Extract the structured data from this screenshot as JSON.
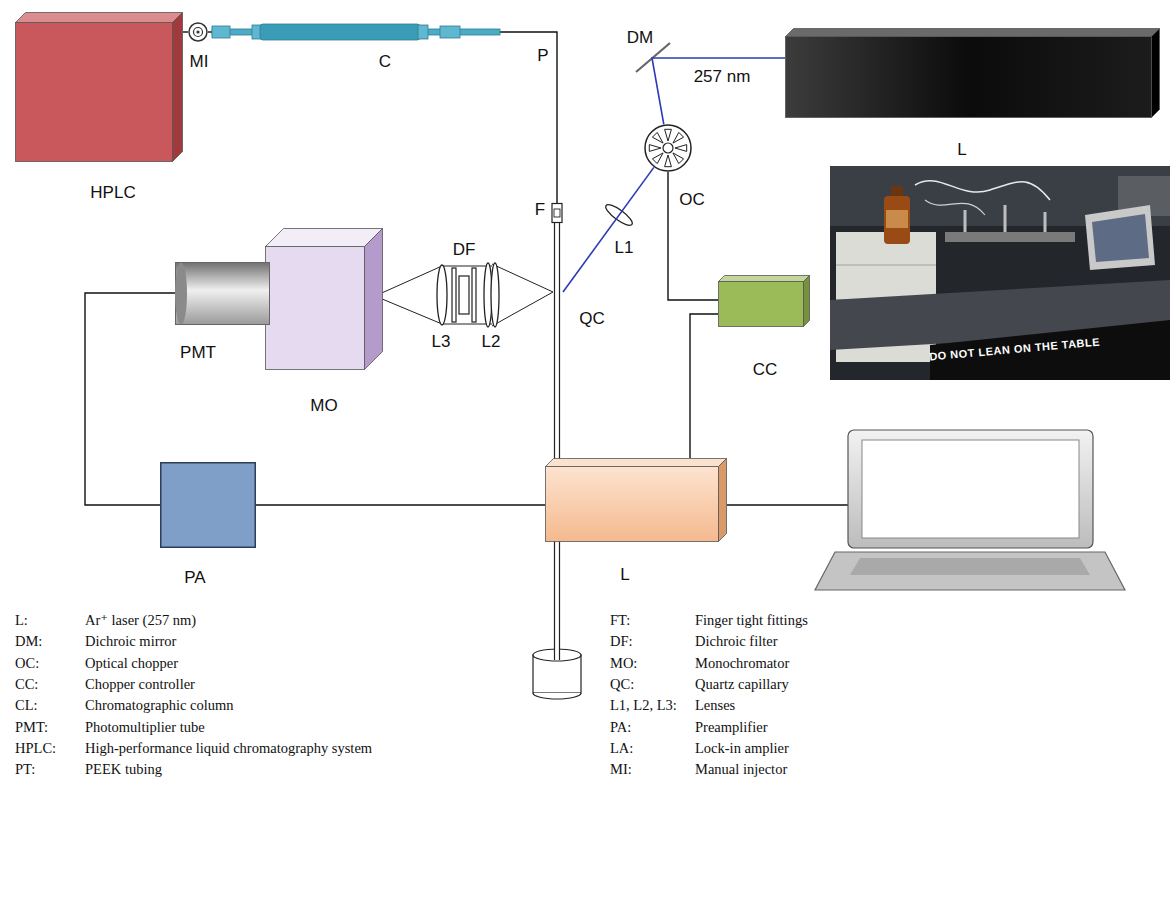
{
  "diagram": {
    "nodes": [
      {
        "text": [
          "HPLC"
        ]
      },
      {
        "text": [
          "MI"
        ]
      },
      {
        "text": [
          "C"
        ]
      },
      {
        "text": [
          "L"
        ]
      },
      {
        "text": [
          "OC"
        ]
      },
      {
        "text": [
          "QC"
        ]
      },
      {
        "text": [
          "CC"
        ]
      },
      {
        "text": [
          "MO"
        ]
      },
      {
        "text": [
          "PMT"
        ]
      },
      {
        "text": [
          "PA"
        ]
      },
      {
        "text": [
          "L"
        ]
      }
    ],
    "edges": [
      {
        "from": 0,
        "to": 1,
        "arrow": "none"
      },
      {
        "from": 1,
        "to": 2,
        "arrow": "none"
      },
      {
        "from": 2,
        "to": 5,
        "arrow": "none"
      },
      {
        "from": 3,
        "to": 4,
        "arrow": "none"
      },
      {
        "from": 4,
        "to": 5,
        "arrow": "none"
      },
      {
        "from": 4,
        "to": 6,
        "arrow": "none"
      },
      {
        "from": 6,
        "to": 10,
        "arrow": "none"
      },
      {
        "from": 8,
        "to": 9,
        "arrow": "none"
      },
      {
        "from": 9,
        "to": 10,
        "arrow": "none"
      }
    ],
    "labels": [
      "P",
      "DM",
      "257 nm",
      "F",
      "L1",
      "DF",
      "L2",
      "L3",
      "DO NOT LEAN ON THE TABLE",
      "L:",
      "Ar⁺ laser (257 nm)",
      "DM:",
      "Dichroic mirror",
      "OC:",
      "Optical chopper",
      "CC:",
      "Chopper controller",
      "CL:",
      "Chromatographic column",
      "PMT:",
      "Photomultiplier tube",
      "HPLC:",
      "High-performance liquid chromatography system",
      "PT:",
      "PEEK tubing",
      "FT:",
      "Finger tight fittings",
      "DF:",
      "Dichroic filter",
      "MO:",
      "Monochromator",
      "QC:",
      "Quartz capillary",
      "L1, L2, L3:",
      "Lenses",
      "PA:",
      "Preamplifier",
      "LA:",
      "Lock-in amplier",
      "MI:",
      "Manual injector"
    ]
  }
}
